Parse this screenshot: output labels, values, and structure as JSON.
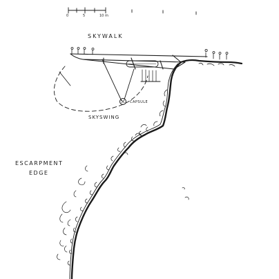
{
  "labels": {
    "skywalk": "SKYWALK",
    "capsule": "CAPSULE",
    "skyswing": "SKYSWING",
    "escarpment": "ESCARPMENT",
    "edge": "EDGE"
  },
  "scale_bar": {
    "ticks": [
      "0",
      "5",
      "10 m"
    ]
  },
  "colors": {
    "ink": "#1a1a1a",
    "paper": "#ffffff"
  }
}
